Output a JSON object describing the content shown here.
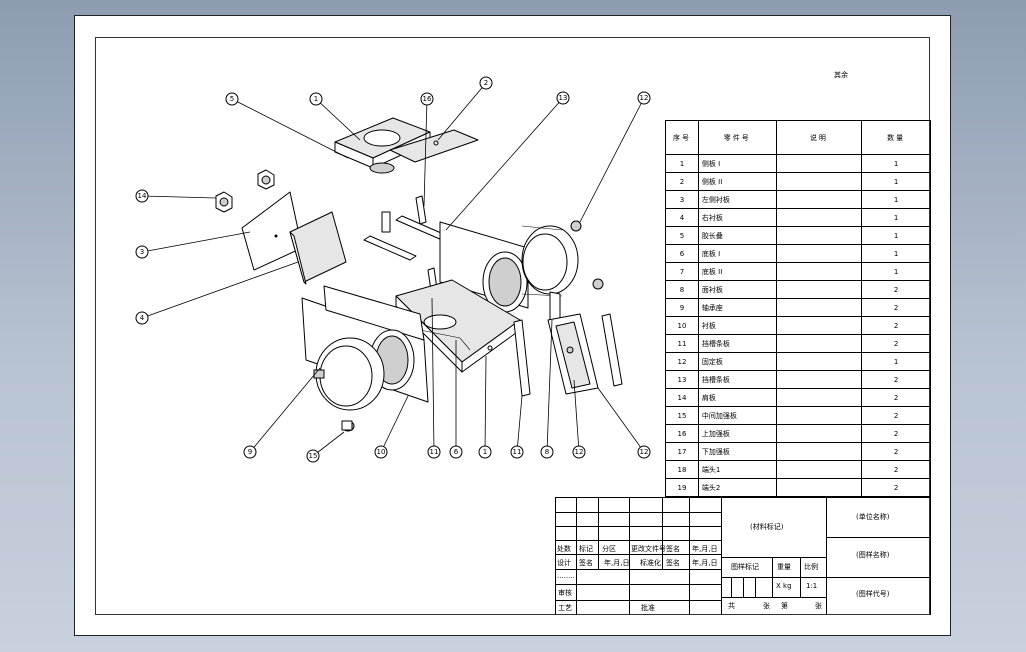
{
  "sheet": {
    "note": "其余"
  },
  "balloons": [
    "5",
    "1",
    "16",
    "2",
    "13",
    "12",
    "14",
    "3",
    "4",
    "9",
    "15",
    "10",
    "11",
    "6",
    "1",
    "11",
    "8",
    "12",
    "12"
  ],
  "bom": {
    "headers": [
      "序号",
      "零件号",
      "说明",
      "数量"
    ],
    "rows": [
      [
        "1",
        "侧板 I",
        "",
        "1"
      ],
      [
        "2",
        "侧板 II",
        "",
        "1"
      ],
      [
        "3",
        "左侧衬板",
        "",
        "1"
      ],
      [
        "4",
        "右衬板",
        "",
        "1"
      ],
      [
        "5",
        "胶长叠",
        "",
        "1"
      ],
      [
        "6",
        "底板 I",
        "",
        "1"
      ],
      [
        "7",
        "底板 II",
        "",
        "1"
      ],
      [
        "8",
        "面衬板",
        "",
        "2"
      ],
      [
        "9",
        "轴承座",
        "",
        "2"
      ],
      [
        "10",
        "衬板",
        "",
        "2"
      ],
      [
        "11",
        "挡槽条板",
        "",
        "2"
      ],
      [
        "12",
        "固定板",
        "",
        "1"
      ],
      [
        "13",
        "挡槽条板",
        "",
        "2"
      ],
      [
        "14",
        "肩板",
        "",
        "2"
      ],
      [
        "15",
        "中间加强板",
        "",
        "2"
      ],
      [
        "16",
        "上加强板",
        "",
        "2"
      ],
      [
        "17",
        "下加强板",
        "",
        "2"
      ],
      [
        "18",
        "端头1",
        "",
        "2"
      ],
      [
        "19",
        "端头2",
        "",
        "2"
      ]
    ]
  },
  "title_block": {
    "material_mark": "(材料标记)",
    "unit_name": "(单位名称)",
    "drawing_name": "(图样名称)",
    "drawing_code": "(图样代号)",
    "stage_mark": "图样标记",
    "weight": "重量",
    "scale": "比例",
    "weight_val": "X kg",
    "scale_val": "1:1",
    "sheets_total": "共",
    "sheets_unit": "张",
    "sheet_no": "第",
    "sheet_unit": "张",
    "row_headers": [
      "处数",
      "标记",
      "分区",
      "更改文件号",
      "签名",
      "年,月,日"
    ],
    "design": "设计",
    "sign": "签名",
    "date": "年,月,日",
    "std": "标准化",
    "check": "审核",
    "process": "工艺",
    "approve": "批准",
    "dots": "........"
  }
}
